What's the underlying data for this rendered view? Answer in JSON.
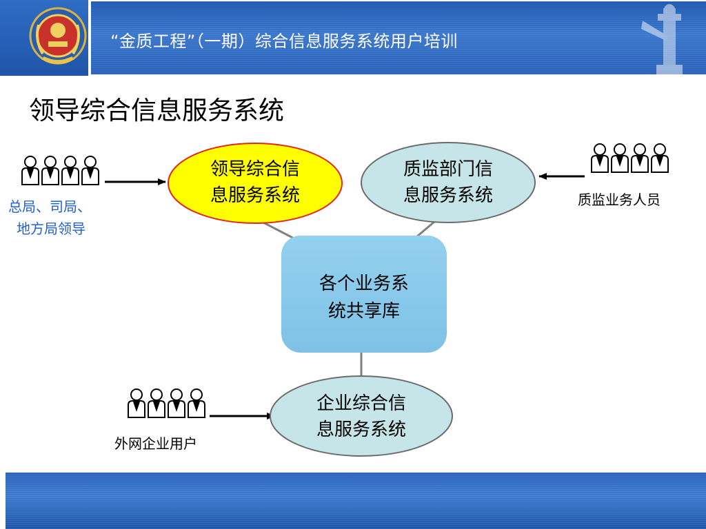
{
  "header": {
    "title": "“金质工程”（一期）综合信息服务系统用户培训"
  },
  "page": {
    "title": "领导综合信息服务系统"
  },
  "nodes": {
    "leader_system": {
      "line1": "领导综合信",
      "line2": "息服务系统",
      "fill": "#ffff00",
      "stroke": "#e8231b"
    },
    "quality_dept_system": {
      "line1": "质监部门信",
      "line2": "息服务系统",
      "fill": "#c6e5e8",
      "stroke": "#6b6b6b"
    },
    "shared_database": {
      "line1": "各个业务系",
      "line2": "统共享库",
      "fill": "#8ccbec"
    },
    "enterprise_system": {
      "line1": "企业综合信",
      "line2": "息服务系统",
      "fill": "#c6e5e8",
      "stroke": "#6b6b6b"
    }
  },
  "user_groups": {
    "leaders": {
      "line1": "总局、司局、",
      "line2": "地方局领导",
      "color": "#1e5fd6"
    },
    "quality_staff": {
      "label": "质监业务人员"
    },
    "external_enterprise": {
      "label": "外网企业用户"
    }
  },
  "icons": {
    "logo": "national-emblem-icon",
    "decor": "huabiao-pillar-icon",
    "people": "user-group-icon"
  }
}
